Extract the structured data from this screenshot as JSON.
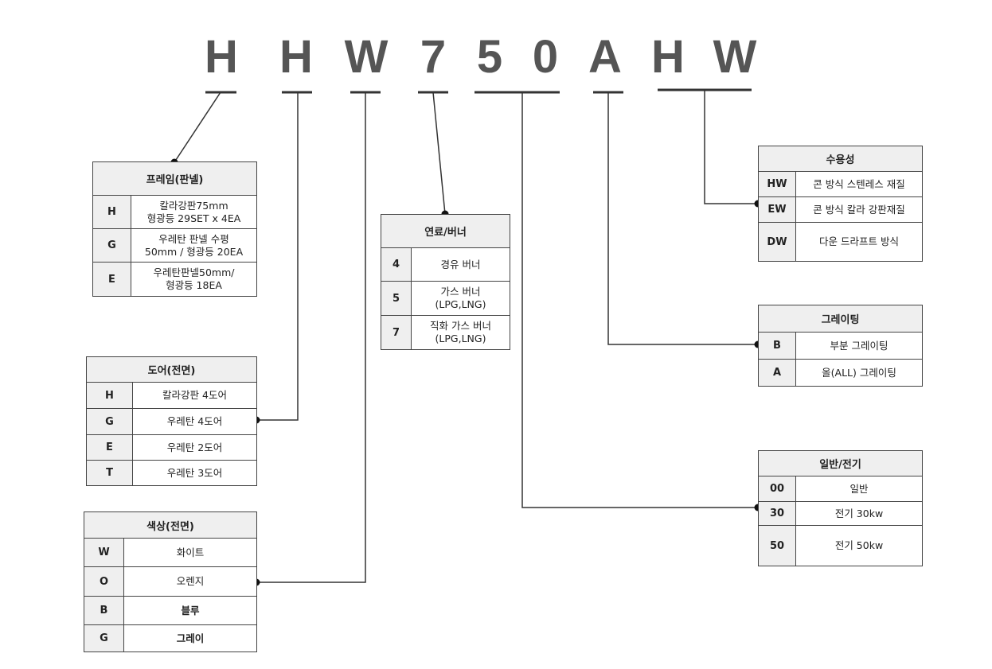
{
  "code": [
    "H",
    "H",
    "W",
    "7",
    "5",
    "0",
    "A",
    "H",
    "W"
  ],
  "tables": {
    "frame": {
      "title": "프레임(판넬)",
      "rows": [
        {
          "key": "H",
          "value": "칼라강판75mm\n형광등 29SET x 4EA"
        },
        {
          "key": "G",
          "value": "우레탄 판넬 수평\n50mm / 형광등 20EA"
        },
        {
          "key": "E",
          "value": "우레탄판넬50mm/\n형광등 18EA"
        }
      ]
    },
    "door": {
      "title": "도어(전면)",
      "rows": [
        {
          "key": "H",
          "value": "칼라강판 4도어"
        },
        {
          "key": "G",
          "value": "우레탄 4도어"
        },
        {
          "key": "E",
          "value": "우레탄 2도어"
        },
        {
          "key": "T",
          "value": "우레탄 3도어"
        }
      ]
    },
    "color": {
      "title": "색상(전면)",
      "rows": [
        {
          "key": "W",
          "value": "화이트"
        },
        {
          "key": "O",
          "value": "오렌지"
        },
        {
          "key": "B",
          "value": "블루"
        },
        {
          "key": "G",
          "value": "그레이"
        }
      ]
    },
    "fuel": {
      "title": "연료/버너",
      "rows": [
        {
          "key": "4",
          "value": "경유 버너"
        },
        {
          "key": "5",
          "value": "가스 버너\n(LPG,LNG)"
        },
        {
          "key": "7",
          "value": "직화 가스 버너\n(LPG,LNG)"
        }
      ]
    },
    "capacity": {
      "title": "수용성",
      "rows": [
        {
          "key": "HW",
          "value": "콘 방식 스텐레스 재질"
        },
        {
          "key": "EW",
          "value": "콘 방식 칼라 강판재질"
        },
        {
          "key": "DW",
          "value": "다운 드라프트 방식"
        }
      ]
    },
    "grating": {
      "title": "그레이팅",
      "rows": [
        {
          "key": "B",
          "value": "부분 그레이팅"
        },
        {
          "key": "A",
          "value": "올(ALL) 그레이팅"
        }
      ]
    },
    "power": {
      "title": "일반/전기",
      "rows": [
        {
          "key": "00",
          "value": "일반"
        },
        {
          "key": "30",
          "value": "전기 30kw"
        },
        {
          "key": "50",
          "value": "전기 50kw"
        }
      ]
    }
  },
  "colors": {
    "line": "#333333",
    "header_bg": "#efefef",
    "code_text": "#555555"
  }
}
